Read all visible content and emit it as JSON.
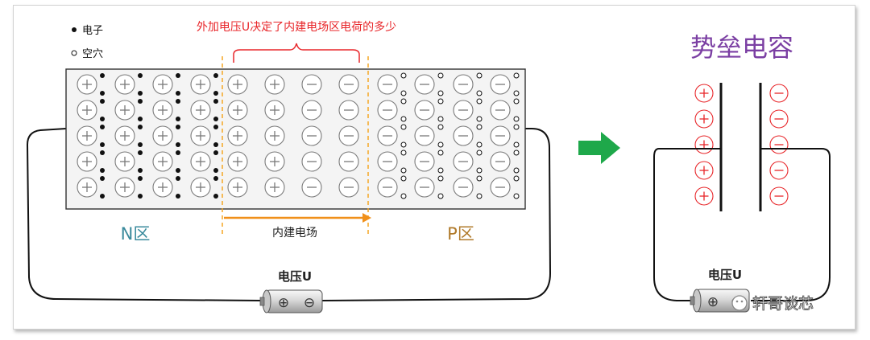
{
  "legend": {
    "electron_label": "电子",
    "hole_label": "空穴"
  },
  "annotation": {
    "top_text": "外加电压U决定了内建电场区电荷的多少"
  },
  "regions": {
    "n_label": "N区",
    "p_label": "P区",
    "field_label": "内建电场"
  },
  "battery": {
    "left_label": "电压U",
    "right_label": "电压U",
    "plus_symbol": "⊕",
    "minus_symbol": "⊖"
  },
  "capacitor": {
    "title": "势垒电容"
  },
  "watermark": {
    "text": "轩哥谈芯"
  },
  "colors": {
    "annotation_red": "#e8262a",
    "n_label_teal": "#3a8a9c",
    "p_label_brown": "#b07a2a",
    "field_orange": "#f0901a",
    "dashed_orange": "#f5a623",
    "title_purple": "#7b3fa3",
    "arrow_green": "#1ea84a",
    "ion_gray": "#7a7a7a"
  }
}
